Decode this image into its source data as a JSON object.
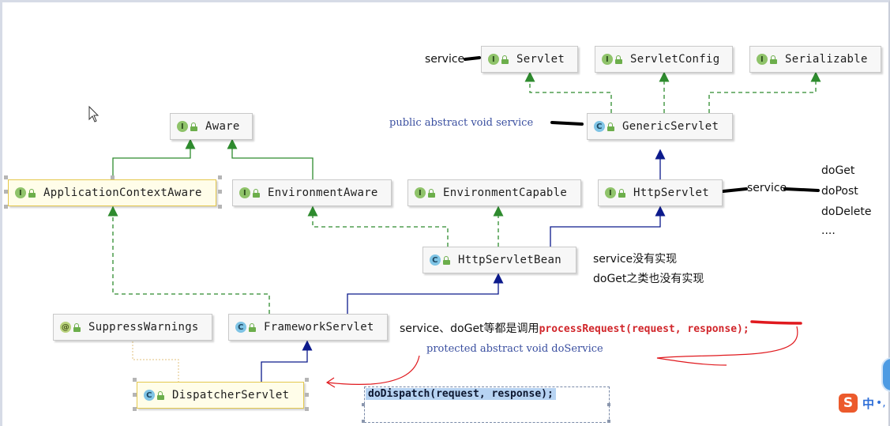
{
  "nodes": {
    "servlet": {
      "label": "Servlet",
      "badge": "I"
    },
    "servlet_config": {
      "label": "ServletConfig",
      "badge": "I"
    },
    "serializable": {
      "label": "Serializable",
      "badge": "I"
    },
    "generic_servlet": {
      "label": "GenericServlet",
      "badge": "C"
    },
    "aware": {
      "label": "Aware",
      "badge": "I"
    },
    "application_context_aware": {
      "label": "ApplicationContextAware",
      "badge": "I"
    },
    "environment_aware": {
      "label": "EnvironmentAware",
      "badge": "I"
    },
    "environment_capable": {
      "label": "EnvironmentCapable",
      "badge": "I"
    },
    "http_servlet": {
      "label": "HttpServlet",
      "badge": "I"
    },
    "http_servlet_bean": {
      "label": "HttpServletBean",
      "badge": "C"
    },
    "suppress_warnings": {
      "label": "SuppressWarnings",
      "badge": "@"
    },
    "framework_servlet": {
      "label": "FrameworkServlet",
      "badge": "C"
    },
    "dispatcher_servlet": {
      "label": "DispatcherServlet",
      "badge": "C"
    }
  },
  "annotations": {
    "servlet_service": "service",
    "generic_abstract_service": "public abstract void service",
    "http_servlet_service": "service",
    "do_get": "doGet",
    "do_post": "doPost",
    "do_delete": "doDelete",
    "ellipsis": "....",
    "bean_note_1": "service没有实现",
    "bean_note_2": "doGet之类也没有实现",
    "framework_note_prefix": "service、doGet等都是调用",
    "framework_note_code": "processRequest(request,  response);",
    "do_service": "protected abstract void doService",
    "do_dispatch": "doDispatch(request,  response);"
  },
  "ime": {
    "logo": "S",
    "lang": "中",
    "dots": "•,"
  },
  "colors": {
    "implements_edge": "#2e8b2e",
    "extends_edge": "#0c1a8c",
    "red_ink": "#d1262b",
    "selection": "#fffde9"
  }
}
